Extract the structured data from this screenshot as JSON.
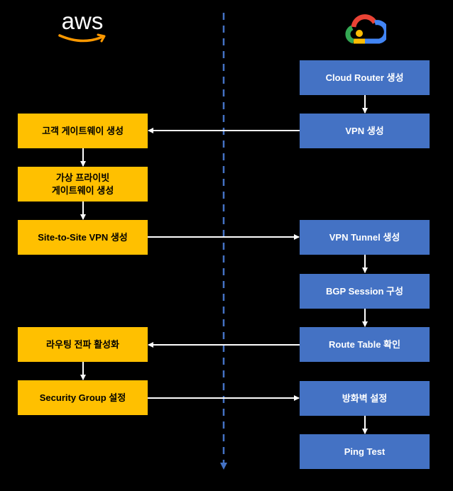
{
  "aws_logo": {
    "text": "aws",
    "brand_color": "#FF9900"
  },
  "gcp_logo": {
    "icon": "google-cloud-icon",
    "colors": [
      "#EA4335",
      "#4285F4",
      "#FBBC04",
      "#34A853"
    ]
  },
  "colors": {
    "aws_box": "#FFC000",
    "gcp_box": "#4472C4",
    "divider": "#4472C4",
    "background": "#000000"
  },
  "aws_steps": [
    {
      "label": "고객 게이트웨이 생성"
    },
    {
      "label": "가상 프라이빗\n게이트웨이 생성"
    },
    {
      "label": "Site-to-Site VPN 생성"
    },
    {
      "label": "라우팅 전파 활성화"
    },
    {
      "label": "Security Group 설정"
    }
  ],
  "gcp_steps": [
    {
      "label": "Cloud Router 생성"
    },
    {
      "label": "VPN 생성"
    },
    {
      "label": "VPN Tunnel 생성"
    },
    {
      "label": "BGP Session 구성"
    },
    {
      "label": "Route Table 확인"
    },
    {
      "label": "방화벽 설정"
    },
    {
      "label": "Ping Test"
    }
  ]
}
